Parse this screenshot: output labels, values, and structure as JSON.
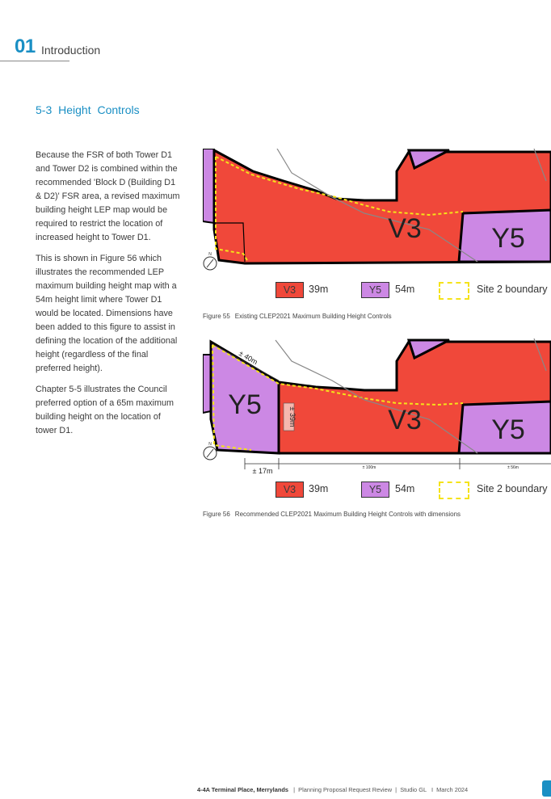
{
  "header": {
    "chapter_number": "01",
    "chapter_title": "Introduction"
  },
  "section": {
    "heading": "5-3   Height Controls"
  },
  "body": {
    "p1": "Because the FSR of both Tower D1 and Tower D2 is combined within the recommended 'Block D (Building D1 & D2)' FSR area, a revised maximum building height LEP map would be required to restrict the location of increased height to Tower D1.",
    "p2": "This is shown in Figure 56 which illustrates the recommended LEP maximum building height map with a 54m height limit where Tower D1 would be located. Dimensions have been added to this figure to assist in defining the location of the additional height (regardless of the final preferred height).",
    "p3": "Chapter 5-5 illustrates the Council preferred option of a 65m maximum building height on the location of tower D1."
  },
  "colors": {
    "v3": "#f0483a",
    "y5": "#cc88e4",
    "boundary": "#f5e31a",
    "accent": "#1a8fc4"
  },
  "fig55": {
    "zone_v3": "V3",
    "zone_y5": "Y5",
    "caption_num": "Figure 55",
    "caption_text": "Existing CLEP2021 Maximum Building Height Controls",
    "north_icon": "north-arrow-icon"
  },
  "fig56": {
    "zone_v3": "V3",
    "zone_y5_left": "Y5",
    "zone_y5_right": "Y5",
    "dim_40": "± 40m",
    "dim_39": "± 39m",
    "dim_17": "± 17m",
    "dim_100": "± 100m",
    "dim_56": "± 56m",
    "caption_num": "Figure 56",
    "caption_text": "Recommended CLEP2021 Maximum Building Height Controls with dimensions",
    "north_icon": "north-arrow-icon"
  },
  "legend": {
    "v3_code": "V3",
    "v3_height": "39m",
    "y5_code": "Y5",
    "y5_height": "54m",
    "boundary_label": "Site 2 boundary"
  },
  "footer": {
    "address": "4-4A Terminal Place, Merrylands",
    "doc": "Planning Proposal Request Review",
    "author": "Studio GL",
    "date": "March 2024"
  }
}
